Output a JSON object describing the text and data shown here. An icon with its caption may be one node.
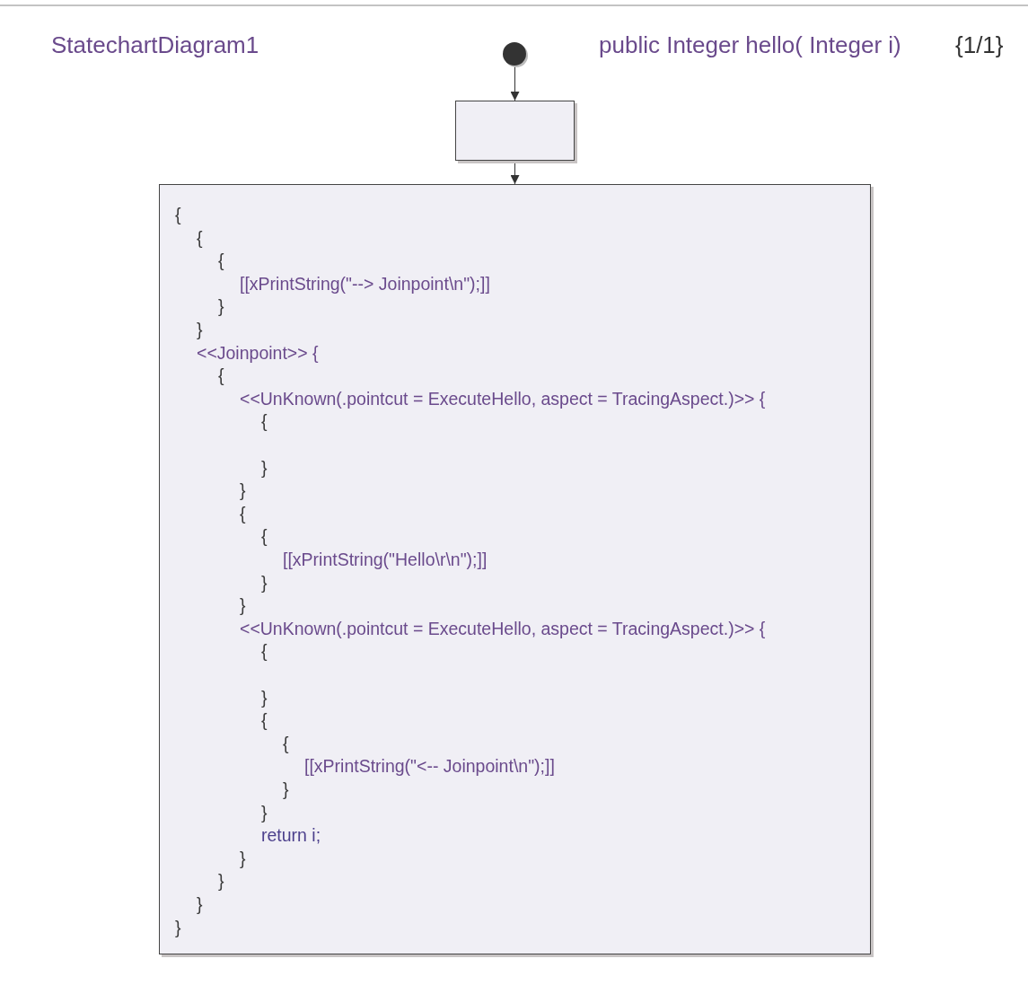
{
  "diagram": {
    "title": "StatechartDiagram1",
    "nodes": [
      {
        "text": [],
        "shape": "circle"
      },
      {
        "text": [],
        "shape": "box"
      },
      {
        "text": [
          "{",
          "{",
          "{",
          "[[xPrintString(\"--> Joinpoint\\n\");]]",
          "}",
          "}",
          "<<Joinpoint>> {",
          "{",
          "<<UnKnown(.pointcut = ExecuteHello, aspect = TracingAspect.)>> {",
          "{",
          "}",
          "}",
          "{",
          "{",
          "[[xPrintString(\"Hello\\r\\n\");]]",
          "}",
          "}",
          "<<UnKnown(.pointcut = ExecuteHello, aspect = TracingAspect.)>> {",
          "{",
          "}",
          "{",
          "{",
          "[[xPrintString(\"<-- Joinpoint\\n\");]]",
          "}",
          "}",
          "return i;",
          "}",
          "}",
          "}",
          "}"
        ]
      }
    ],
    "edges": [
      {
        "from": 0,
        "to": 1,
        "arrow": "to"
      },
      {
        "from": 1,
        "to": 2,
        "arrow": "to"
      }
    ],
    "labels": [
      "public Integer hello( Integer i)",
      "{1/1}"
    ]
  }
}
